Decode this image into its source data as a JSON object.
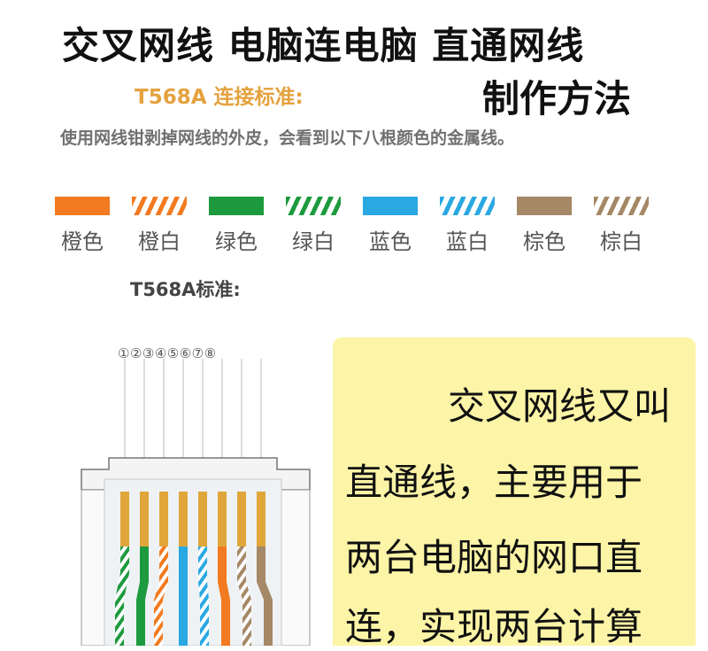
{
  "title": {
    "line1": "交叉网线  电脑连电脑  直通网线",
    "line2": "制作方法"
  },
  "standard_heading": "T568A 连接标准:",
  "instruction": "使用网线钳剥掉网线的外皮，会看到以下八根颜色的金属线。",
  "wires": [
    {
      "label": "橙色",
      "color": "#f27a20",
      "striped": false,
      "icon": "solid-swatch"
    },
    {
      "label": "橙白",
      "color": "#f27a20",
      "striped": true,
      "icon": "striped-swatch"
    },
    {
      "label": "绿色",
      "color": "#1d9a3e",
      "striped": false,
      "icon": "solid-swatch"
    },
    {
      "label": "绿白",
      "color": "#1d9a3e",
      "striped": true,
      "icon": "striped-swatch"
    },
    {
      "label": "蓝色",
      "color": "#2aa8e2",
      "striped": false,
      "icon": "solid-swatch"
    },
    {
      "label": "蓝白",
      "color": "#2aa8e2",
      "striped": true,
      "icon": "striped-swatch"
    },
    {
      "label": "棕色",
      "color": "#a58866",
      "striped": false,
      "icon": "solid-swatch"
    },
    {
      "label": "棕白",
      "color": "#a58866",
      "striped": true,
      "icon": "striped-swatch"
    }
  ],
  "standard_label_2": "T568A标准:",
  "pin_numbers": "①②③④⑤⑥⑦⑧",
  "connector_wire_order": [
    "绿白",
    "绿色",
    "橙白",
    "蓝色",
    "蓝白",
    "橙色",
    "棕白",
    "棕色"
  ],
  "callout": {
    "lines": [
      "交叉网线又叫",
      "直通线，主要用于",
      "两台电脑的网口直",
      "连，实现两台计算"
    ],
    "background": "#fcf4a6"
  },
  "colors": {
    "heading_accent": "#e4a23e",
    "pin_gold": "#e0a63a"
  }
}
